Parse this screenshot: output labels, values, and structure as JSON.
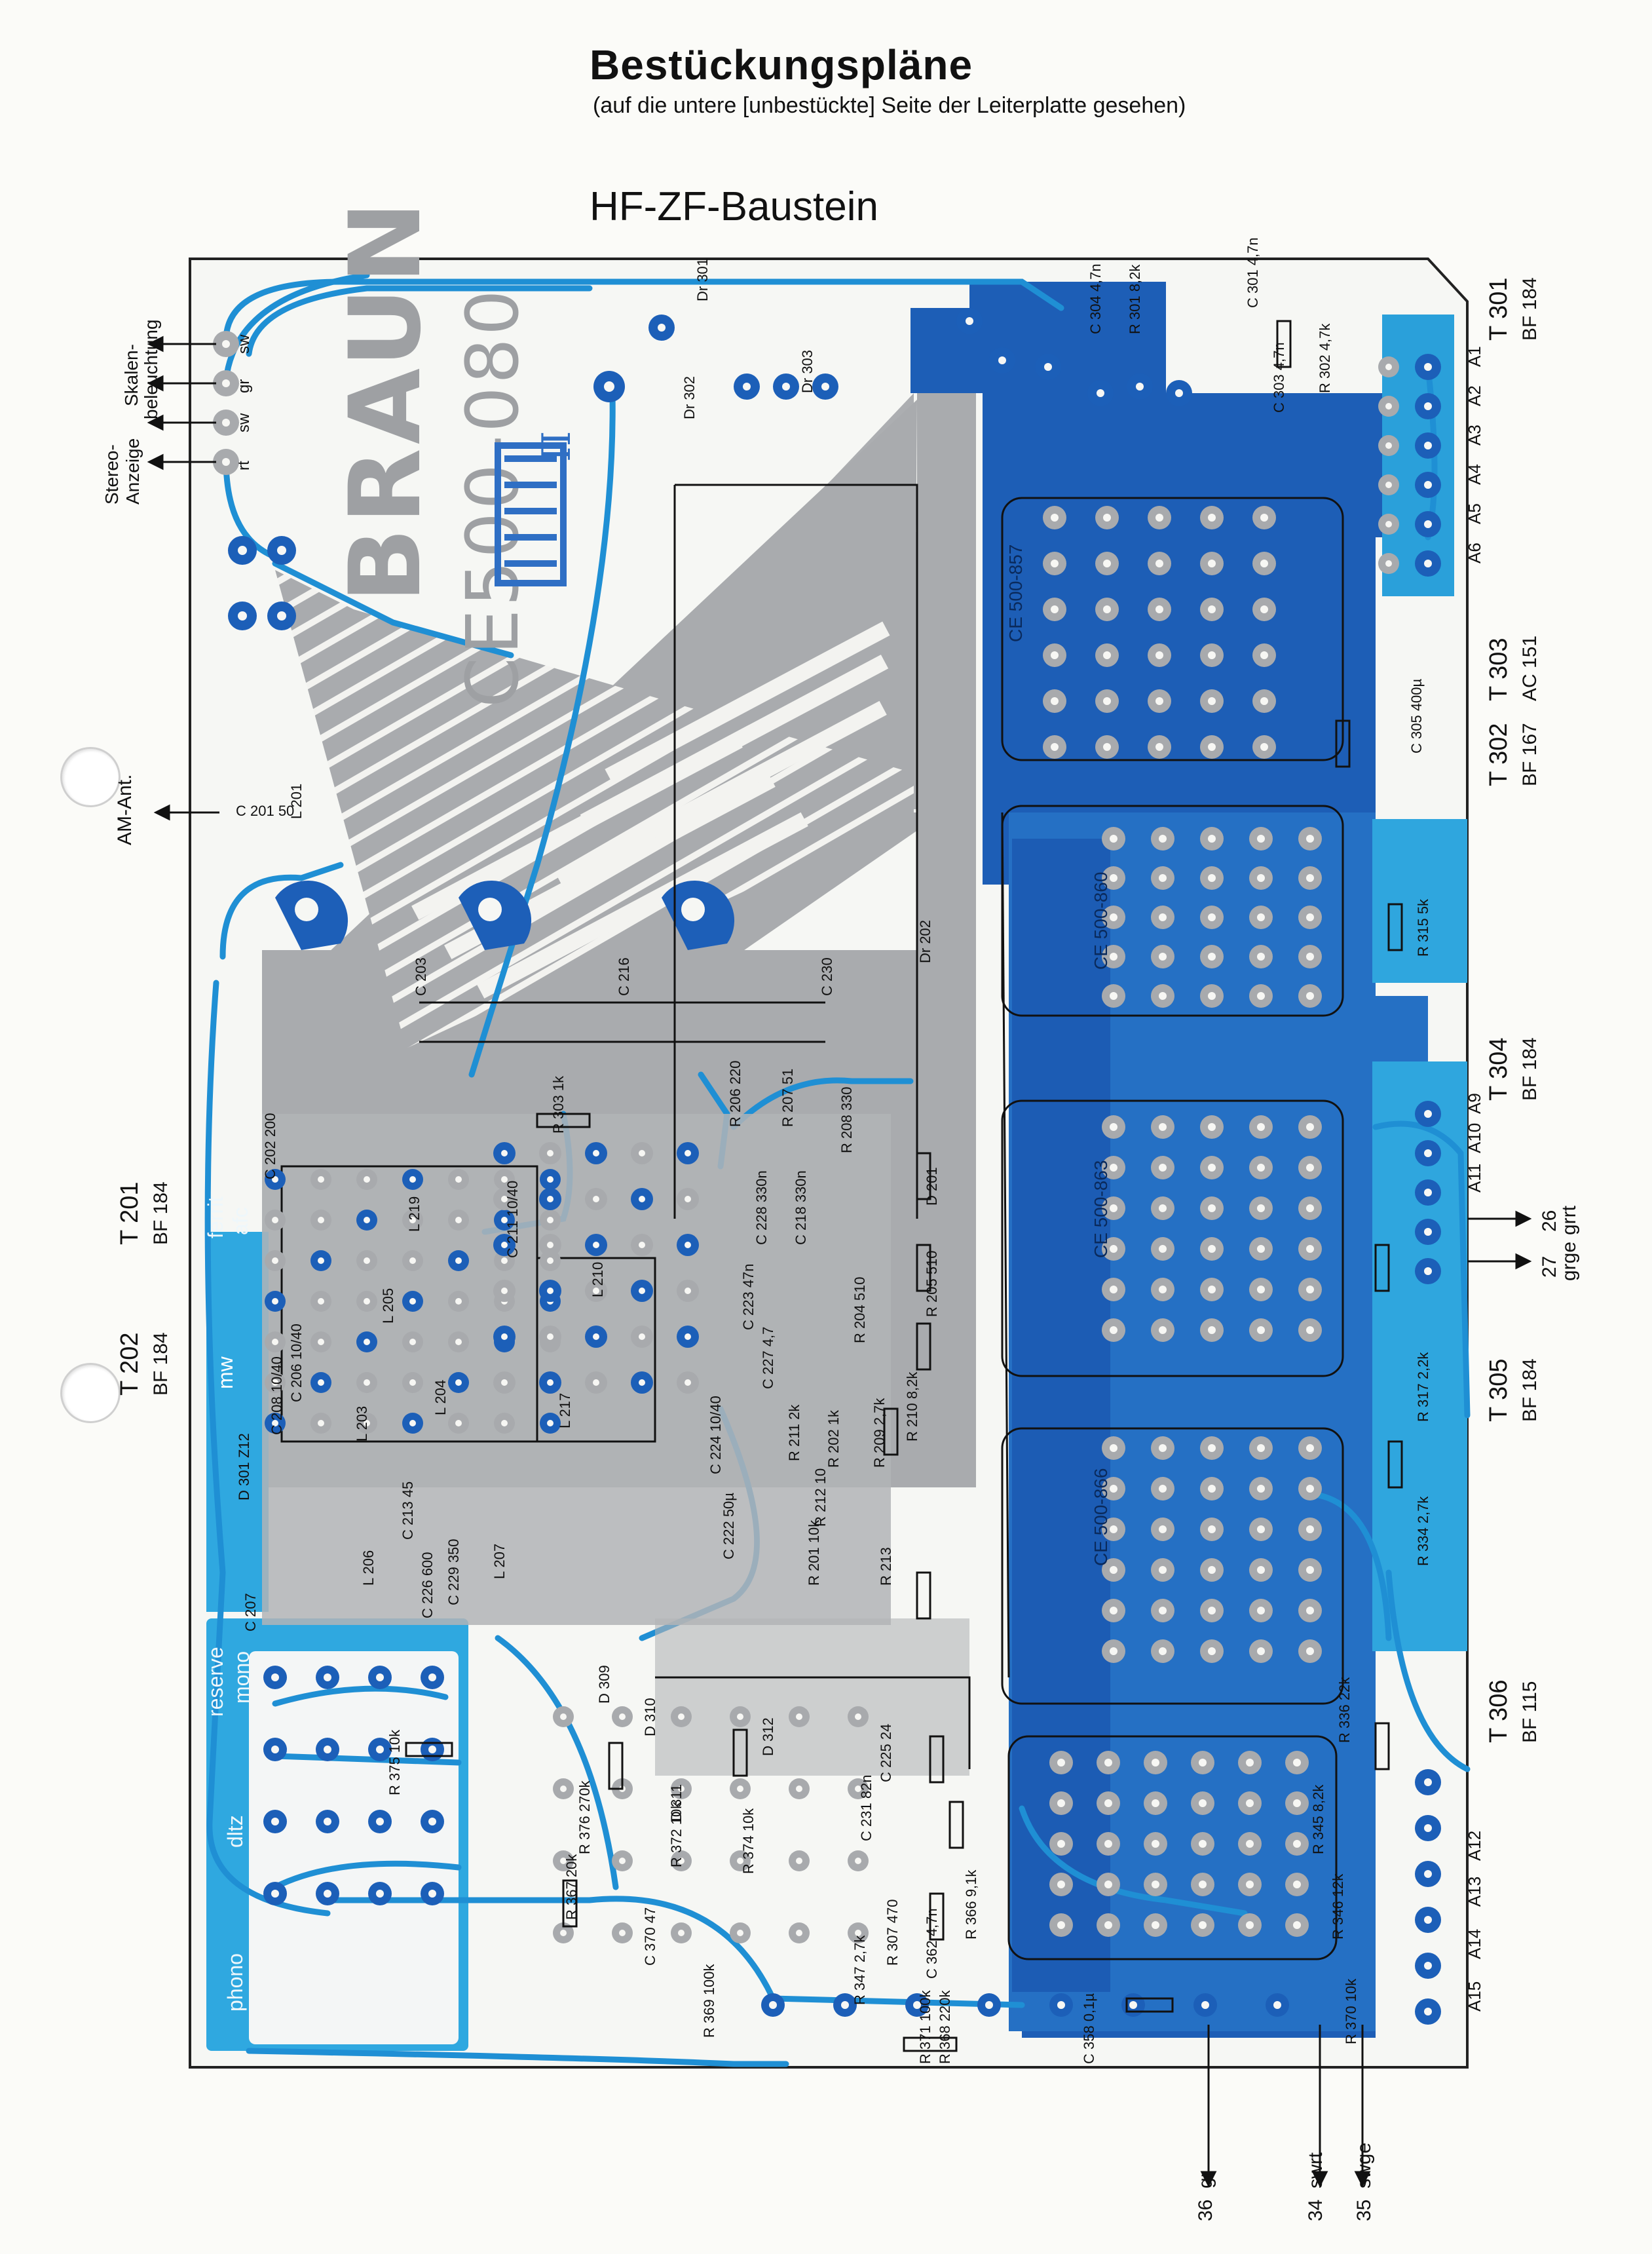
{
  "header": {
    "title": "Bestückungspläne",
    "subtitle": "(auf die untere [unbestückte] Seite der Leiterplatte gesehen)",
    "section": "HF-ZF-Baustein"
  },
  "board": {
    "brand": "BRAUN",
    "model": "CE500-080",
    "revision": "II"
  },
  "transistors": [
    {
      "name": "T 301",
      "type": "BF 184"
    },
    {
      "name": "T 302",
      "type": "BF 167"
    },
    {
      "name": "T 303",
      "type": "AC 151"
    },
    {
      "name": "T 304",
      "type": "BF 184"
    },
    {
      "name": "T 305",
      "type": "BF 184"
    },
    {
      "name": "T 306",
      "type": "BF 115"
    },
    {
      "name": "T 201",
      "type": "BF 184"
    },
    {
      "name": "T 202",
      "type": "BF 184"
    }
  ],
  "left_labels": {
    "skalen": "Skalen-",
    "beleuchtung": "beleuchtung",
    "stereo": "Stereo-",
    "anzeige": "Anzeige",
    "am_ant": "AM-Ant.",
    "sw1": "sw",
    "gr": "gr",
    "sw2": "sw",
    "rt": "rt"
  },
  "connectors_right": [
    "A1",
    "A2",
    "A3",
    "A4",
    "A5",
    "A6",
    "A9",
    "A10",
    "A11",
    "A12",
    "A13",
    "A14",
    "A15"
  ],
  "outputs": [
    {
      "num": "26",
      "color": "grrt"
    },
    {
      "num": "27",
      "color": "grge"
    },
    {
      "num": "36",
      "color": "gr"
    },
    {
      "num": "34",
      "color": "swrt"
    },
    {
      "num": "35",
      "color": "swge"
    }
  ],
  "modules": [
    "CE 500-857",
    "CE 500-860",
    "CE 500-863",
    "CE 500-866"
  ],
  "band_labels": [
    "ferrit",
    "afc",
    "mw",
    "reserve",
    "mono",
    "phono",
    "dltz"
  ],
  "components": [
    {
      "ref": "C 201",
      "val": "50"
    },
    {
      "ref": "L 201",
      "val": ""
    },
    {
      "ref": "C 202",
      "val": "200"
    },
    {
      "ref": "C 203",
      "val": ""
    },
    {
      "ref": "C 216",
      "val": ""
    },
    {
      "ref": "C 230",
      "val": ""
    },
    {
      "ref": "Dr 202",
      "val": ""
    },
    {
      "ref": "Dr 301",
      "val": ""
    },
    {
      "ref": "Dr 302",
      "val": ""
    },
    {
      "ref": "Dr 303",
      "val": ""
    },
    {
      "ref": "C 304",
      "val": "4,7n"
    },
    {
      "ref": "R 301",
      "val": "8,2k"
    },
    {
      "ref": "C 301",
      "val": "4,7n"
    },
    {
      "ref": "R 302",
      "val": "4,7k"
    },
    {
      "ref": "C 303",
      "val": "4,7n"
    },
    {
      "ref": "R 303",
      "val": "1k"
    },
    {
      "ref": "R 206",
      "val": "220"
    },
    {
      "ref": "R 207",
      "val": "51"
    },
    {
      "ref": "R 208",
      "val": "330"
    },
    {
      "ref": "D 201",
      "val": ""
    },
    {
      "ref": "R 205",
      "val": "510"
    },
    {
      "ref": "R 204",
      "val": "510"
    },
    {
      "ref": "R 210",
      "val": "8,2k"
    },
    {
      "ref": "R 209",
      "val": "2,7k"
    },
    {
      "ref": "R 211",
      "val": "2k"
    },
    {
      "ref": "R 212",
      "val": "10"
    },
    {
      "ref": "R 213",
      "val": ""
    },
    {
      "ref": "R 201",
      "val": "10k"
    },
    {
      "ref": "R 202",
      "val": "1k"
    },
    {
      "ref": "C 222",
      "val": "50µ"
    },
    {
      "ref": "C 224",
      "val": "10/40"
    },
    {
      "ref": "C 225",
      "val": "24"
    },
    {
      "ref": "C 231",
      "val": "82n"
    },
    {
      "ref": "C 305",
      "val": "400µ"
    },
    {
      "ref": "R 315",
      "val": "5k"
    },
    {
      "ref": "R 317",
      "val": "2,2k"
    },
    {
      "ref": "R 334",
      "val": "2,7k"
    },
    {
      "ref": "R 336",
      "val": "22k"
    },
    {
      "ref": "R 345",
      "val": "8,2k"
    },
    {
      "ref": "R 346",
      "val": "12k"
    },
    {
      "ref": "R 347",
      "val": "2,7k"
    },
    {
      "ref": "R 307",
      "val": "470"
    },
    {
      "ref": "C 362",
      "val": "4,7n"
    },
    {
      "ref": "R 366",
      "val": "9,1k"
    },
    {
      "ref": "R 371",
      "val": "100k"
    },
    {
      "ref": "R 368",
      "val": "220k"
    },
    {
      "ref": "C 358",
      "val": "0,1µ"
    },
    {
      "ref": "R 369",
      "val": "100k"
    },
    {
      "ref": "R 370",
      "val": "10k"
    },
    {
      "ref": "C 370",
      "val": "47"
    },
    {
      "ref": "R 367",
      "val": "20k"
    },
    {
      "ref": "R 372",
      "val": "10k"
    },
    {
      "ref": "R 374",
      "val": "10k"
    },
    {
      "ref": "R 375",
      "val": "10k"
    },
    {
      "ref": "R 376",
      "val": "270k"
    },
    {
      "ref": "D 309",
      "val": ""
    },
    {
      "ref": "D 310",
      "val": ""
    },
    {
      "ref": "D 311",
      "val": ""
    },
    {
      "ref": "D 312",
      "val": ""
    },
    {
      "ref": "D 301",
      "val": "Z12"
    },
    {
      "ref": "C 207",
      "val": ""
    },
    {
      "ref": "C 208",
      "val": "10/40"
    },
    {
      "ref": "C 206",
      "val": "10/40"
    },
    {
      "ref": "L 203",
      "val": ""
    },
    {
      "ref": "L 204",
      "val": ""
    },
    {
      "ref": "L 205",
      "val": ""
    },
    {
      "ref": "L 206",
      "val": ""
    },
    {
      "ref": "L 207",
      "val": ""
    },
    {
      "ref": "L 210",
      "val": ""
    },
    {
      "ref": "L 217",
      "val": ""
    },
    {
      "ref": "L 219",
      "val": ""
    },
    {
      "ref": "C 211",
      "val": "10/40"
    },
    {
      "ref": "C 229",
      "val": "350"
    },
    {
      "ref": "C 213",
      "val": "45"
    },
    {
      "ref": "C 226",
      "val": "600"
    },
    {
      "ref": "C 227",
      "val": "4,7"
    },
    {
      "ref": "C 223",
      "val": "47n"
    },
    {
      "ref": "C 228",
      "val": "330n"
    },
    {
      "ref": "C 218",
      "val": "330n"
    }
  ],
  "colors": {
    "dark_blue": "#1c5fb8",
    "mid_blue": "#2a8fd0",
    "light_blue": "#2fa8e0",
    "grey_pad": "#a8aaad",
    "trace_blue": "#1f8fd4",
    "ink": "#111111"
  }
}
